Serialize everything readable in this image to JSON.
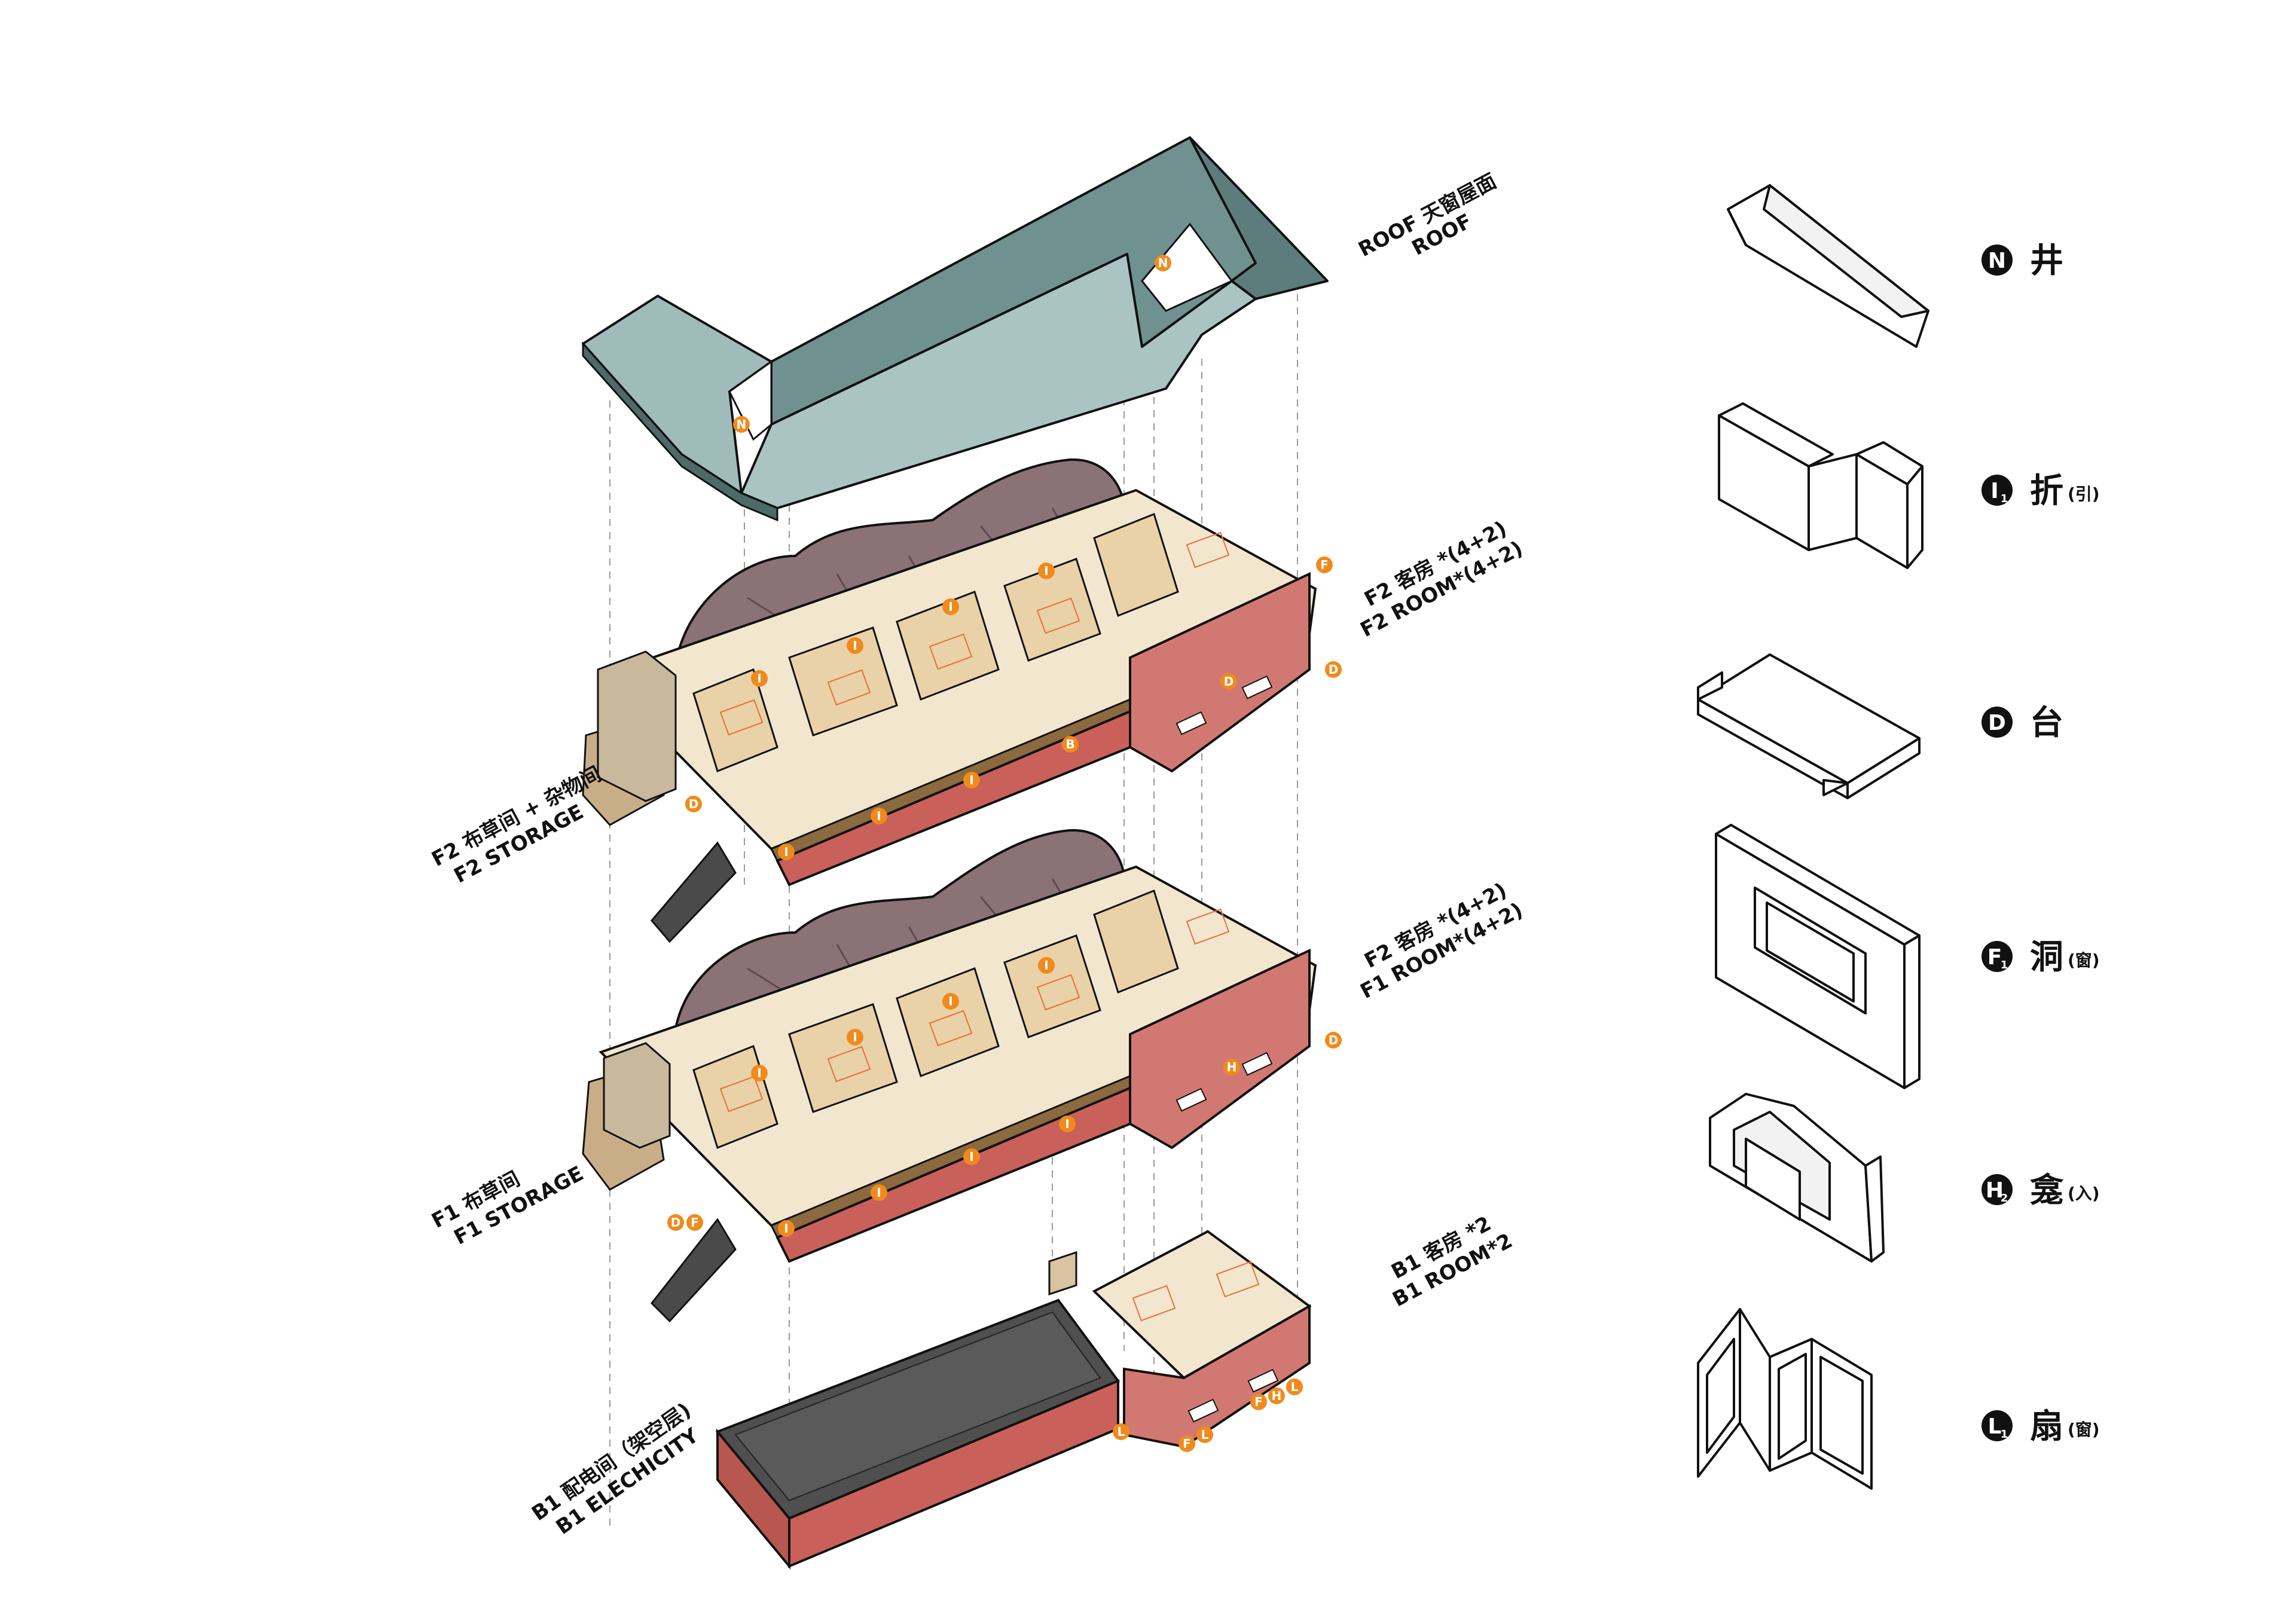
{
  "floors": {
    "roof": {
      "label_cn": "ROOF 天窗屋面",
      "label_en": "ROOF"
    },
    "f2": {
      "label_cn": "F2 客房 *(4+2)",
      "label_en": "F2 ROOM*(4+2)"
    },
    "f2_storage": {
      "label_cn": "F2 布草间 + 杂物间",
      "label_en": "F2 STORAGE"
    },
    "f1": {
      "label_cn": "F2 客房 *(4+2)",
      "label_en": "F1 ROOM*(4+2)"
    },
    "f1_storage": {
      "label_cn": "F1 布草间",
      "label_en": "F1 STORAGE"
    },
    "b1": {
      "label_cn": "B1 客房 *2",
      "label_en": "B1 ROOM*2"
    },
    "b1_elec": {
      "label_cn": "B1 配电间（架空层)",
      "label_en": "B1 ELECHICITY"
    }
  },
  "tags": {
    "n": "N",
    "i": "I",
    "d": "D",
    "f": "F",
    "b": "B",
    "h": "H",
    "l": "L"
  },
  "legend": [
    {
      "letter": "N",
      "sub": "",
      "char": "井",
      "paren": ""
    },
    {
      "letter": "I",
      "sub": "1",
      "char": "折",
      "paren": "(引)"
    },
    {
      "letter": "D",
      "sub": "",
      "char": "台",
      "paren": ""
    },
    {
      "letter": "F",
      "sub": "1",
      "char": "洞",
      "paren": "(窗)"
    },
    {
      "letter": "H",
      "sub": "2",
      "char": "龛",
      "paren": "(入)"
    },
    {
      "letter": "L",
      "sub": "1",
      "char": "扇",
      "paren": "(窗)"
    }
  ],
  "colors": {
    "roof_top": "#7a9a98",
    "roof_side": "#5f807d",
    "roof_light": "#b9cfcd",
    "rock": "#8a7277",
    "rock_dark": "#6f5a5e",
    "wall_red": "#c9615a",
    "wall_red_dark": "#a9473f",
    "floor_beige": "#f1e2c8",
    "wood": "#8a6a3e",
    "sand": "#c7ac85",
    "tag_orange": "#f08a1c",
    "b1_top": "#555555",
    "legend_black": "#111111"
  }
}
